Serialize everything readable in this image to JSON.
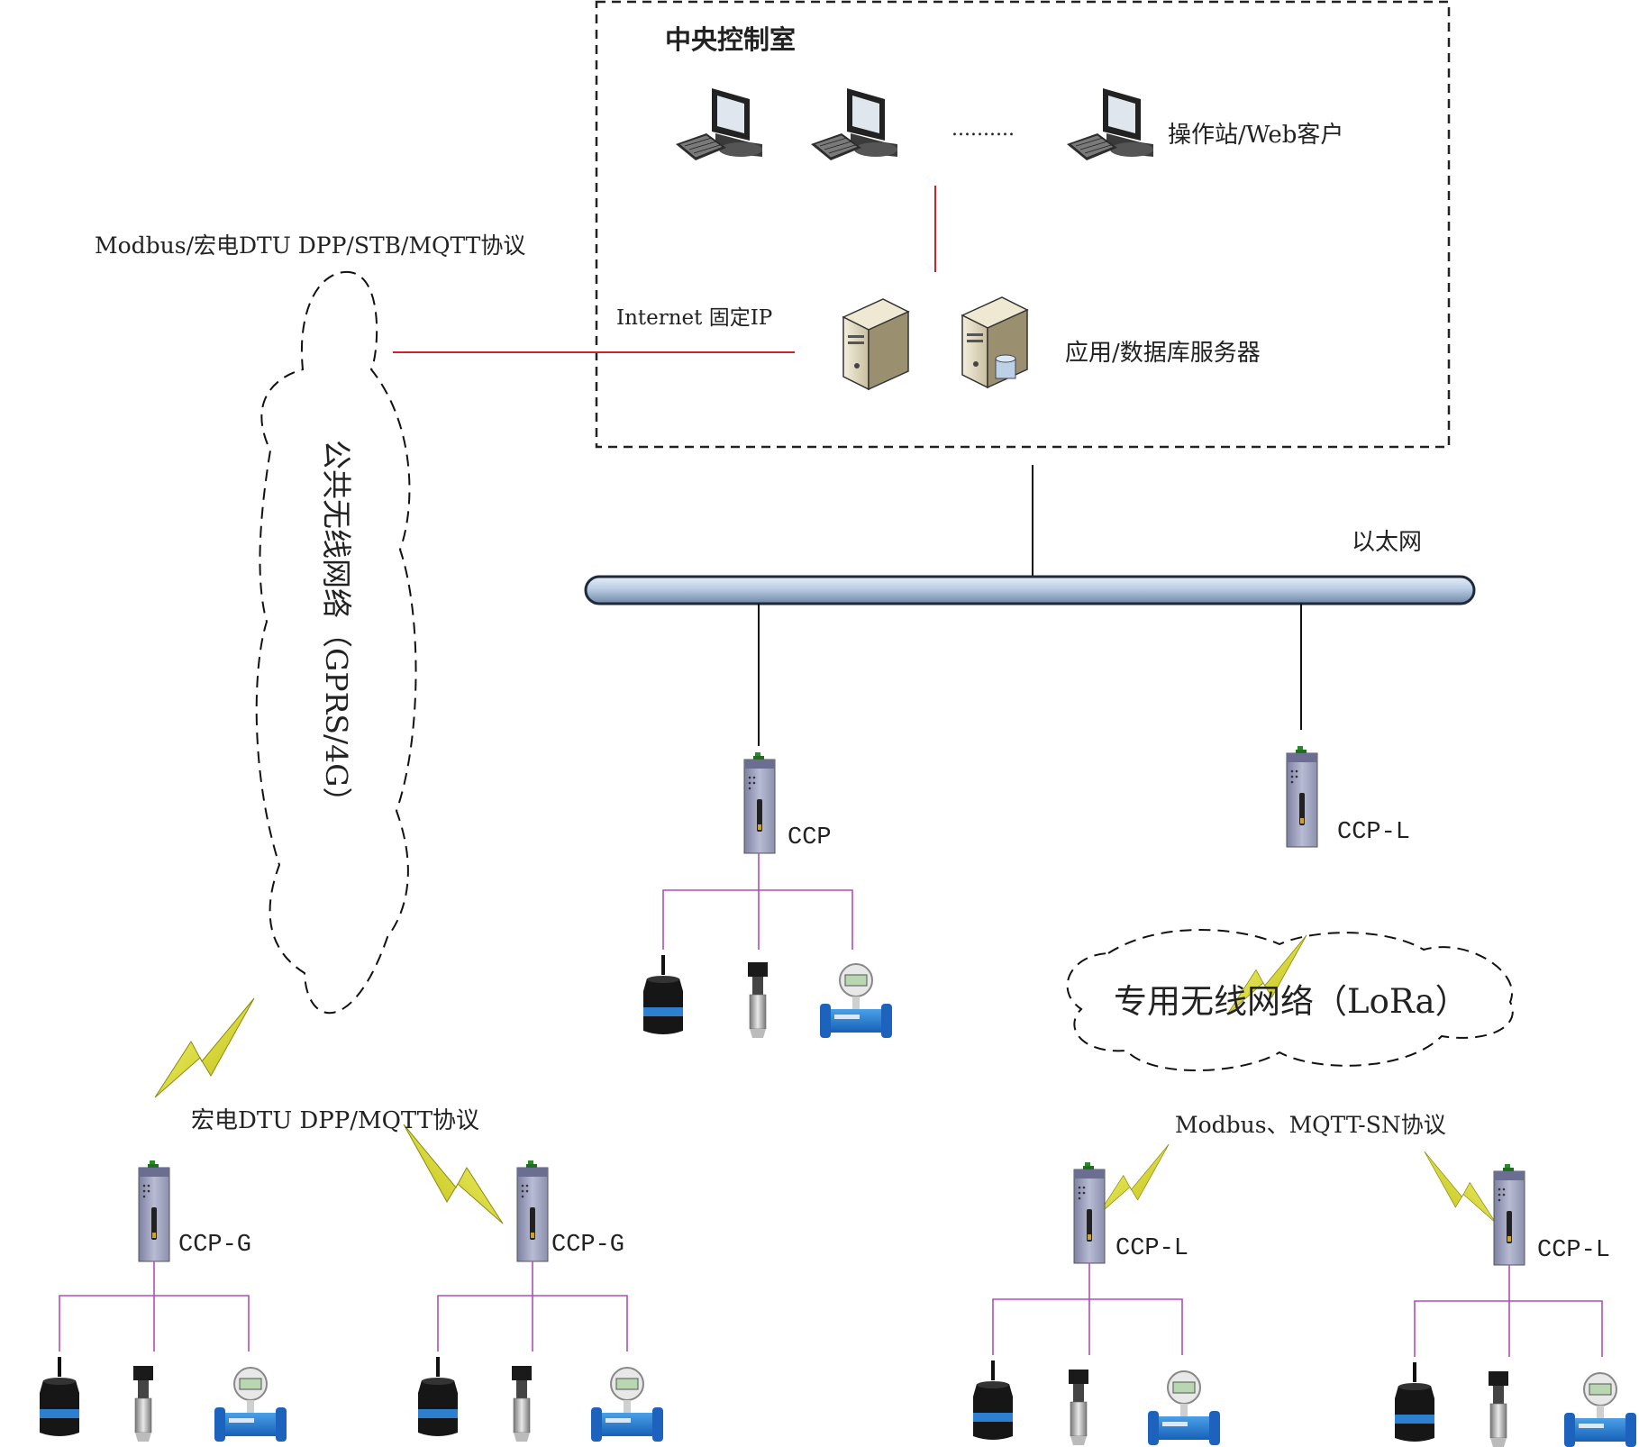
{
  "control_room": {
    "title": "中央控制室",
    "dots": "..........",
    "operator_label": "操作站/Web客户",
    "server_label": "应用/数据库服务器",
    "internet_label": "Internet 固定IP"
  },
  "ethernet": {
    "label": "以太网"
  },
  "public_network": {
    "name": "公共无线网络（GPRS/4G）",
    "protocol_top": "Modbus/宏电DTU DPP/STB/MQTT协议",
    "protocol_bottom": "宏电DTU DPP/MQTT协议"
  },
  "lora_network": {
    "name": "专用无线网络（LoRa）",
    "protocol": "Modbus、MQTT-SN协议"
  },
  "devices": {
    "ccp": "CCP",
    "ccp_l": "CCP-L",
    "ccp_g": "CCP-G"
  },
  "colors": {
    "internet_link": "#d0202a",
    "field_bus": "#b04db8",
    "ethernet_pipe": "#b9cde3",
    "lightning": "#e6e61a"
  }
}
